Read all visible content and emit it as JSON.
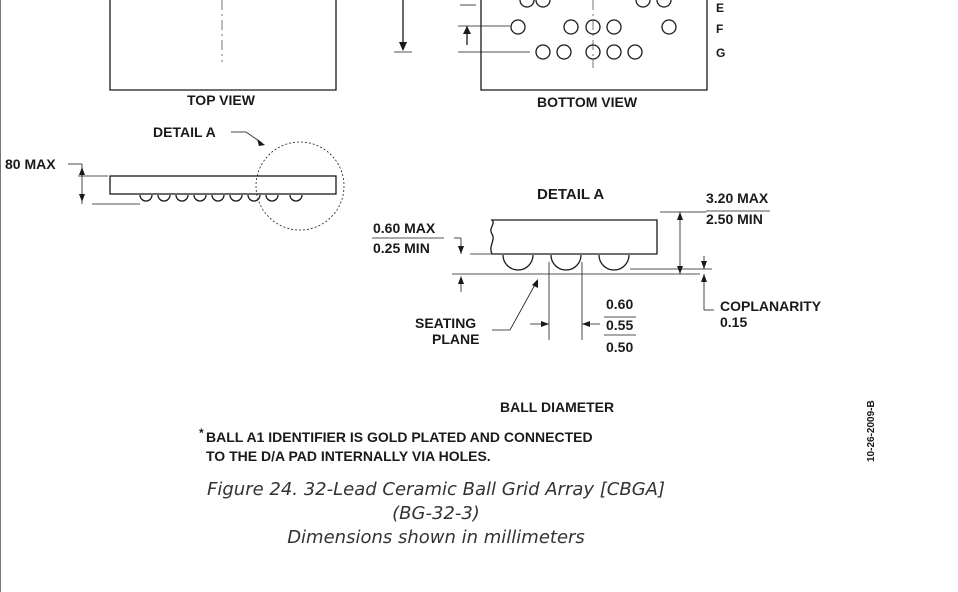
{
  "row_labels": [
    "E",
    "F",
    "G"
  ],
  "views": {
    "top": "TOP VIEW",
    "bottom": "BOTTOM VIEW"
  },
  "detail_callout": "DETAIL A",
  "height_max_left": "80 MAX",
  "detail": {
    "title": "DETAIL A",
    "height_max": "3.20 MAX",
    "height_min": "2.50 MIN",
    "standoff_max": "0.60 MAX",
    "standoff_min": "0.25 MIN",
    "seating_line1": "SEATING",
    "seating_line2": "PLANE",
    "ball_max": "0.60",
    "ball_nom": "0.55",
    "ball_min": "0.50",
    "coplanarity_label": "COPLANARITY",
    "coplanarity_value": "0.15",
    "ball_diameter": "BALL DIAMETER"
  },
  "note_star": "*",
  "note_line1": "BALL A1 IDENTIFIER IS GOLD PLATED AND CONNECTED",
  "note_line2": "TO THE D/A PAD INTERNALLY VIA HOLES.",
  "caption_line1": "Figure 24. 32-Lead Ceramic Ball Grid Array [CBGA]",
  "caption_line2": "(BG-32-3)",
  "caption_line3": "Dimensions shown in millimeters",
  "date_code": "10-26-2009-B"
}
